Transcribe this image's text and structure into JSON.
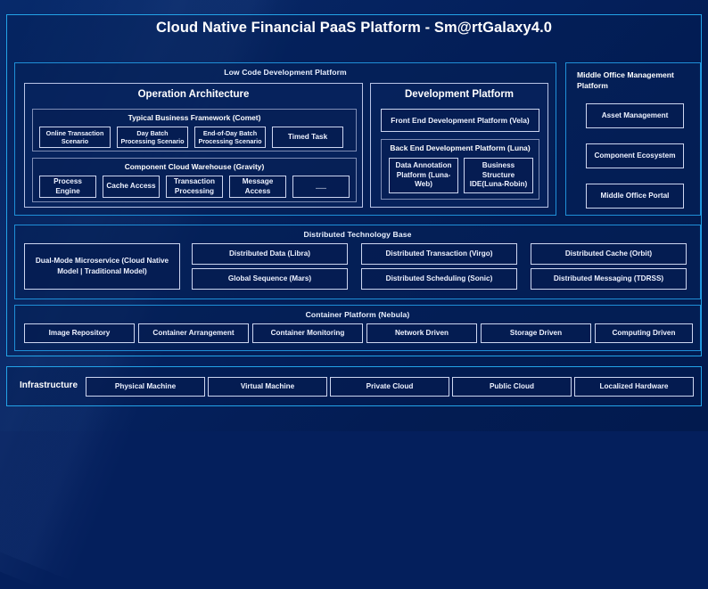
{
  "title": "Cloud Native Financial PaaS Platform - Sm@rtGalaxy4.0",
  "colors": {
    "accent_cyan": "#23a3e8",
    "band_blue": "#1f8fd8",
    "card_border": "#b9c4e6",
    "chip_border": "#cdd6f0",
    "background_navy": "#041f5c",
    "text_white": "#ffffff"
  },
  "low_code": {
    "title": "Low Code Development Platform",
    "operation_architecture": {
      "title": "Operation Architecture",
      "groups": [
        {
          "title": "Typical Business Framework (Comet)",
          "items": [
            "Online Transaction Scenario",
            "Day Batch Processing Scenario",
            "End-of-Day Batch Processing Scenario",
            "Timed Task"
          ]
        },
        {
          "title": "Component Cloud Warehouse (Gravity)",
          "items": [
            "Process Engine",
            "Cache Access",
            "Transaction Processing",
            "Message Access",
            "......"
          ]
        }
      ]
    },
    "development_platform": {
      "title": "Development Platform",
      "front_end": "Front End Development Platform (Vela)",
      "back_end": {
        "title": "Back End Development Platform (Luna)",
        "items": [
          "Data Annotation Platform (Luna-Web)",
          "Business Structure IDE(Luna-Robin)"
        ]
      }
    }
  },
  "middle_office": {
    "title": "Middle Office Management Platform",
    "items": [
      "Asset Management",
      "Component Ecosystem",
      "Middle Office Portal"
    ]
  },
  "distributed_base": {
    "title": "Distributed Technology Base",
    "wide_item": "Dual-Mode Microservice (Cloud Native Model | Traditional Model)",
    "grid": [
      "Distributed Data (Libra)",
      "Distributed Transaction (Virgo)",
      "Distributed Cache (Orbit)",
      "Global Sequence (Mars)",
      "Distributed Scheduling (Sonic)",
      "Distributed Messaging (TDRSS)"
    ]
  },
  "container_platform": {
    "title": "Container Platform (Nebula)",
    "items": [
      "Image Repository",
      "Container Arrangement",
      "Container Monitoring",
      "Network Driven",
      "Storage Driven",
      "Computing Driven"
    ]
  },
  "infrastructure": {
    "label": "Infrastructure",
    "items": [
      "Physical Machine",
      "Virtual Machine",
      "Private Cloud",
      "Public Cloud",
      "Localized Hardware"
    ]
  }
}
